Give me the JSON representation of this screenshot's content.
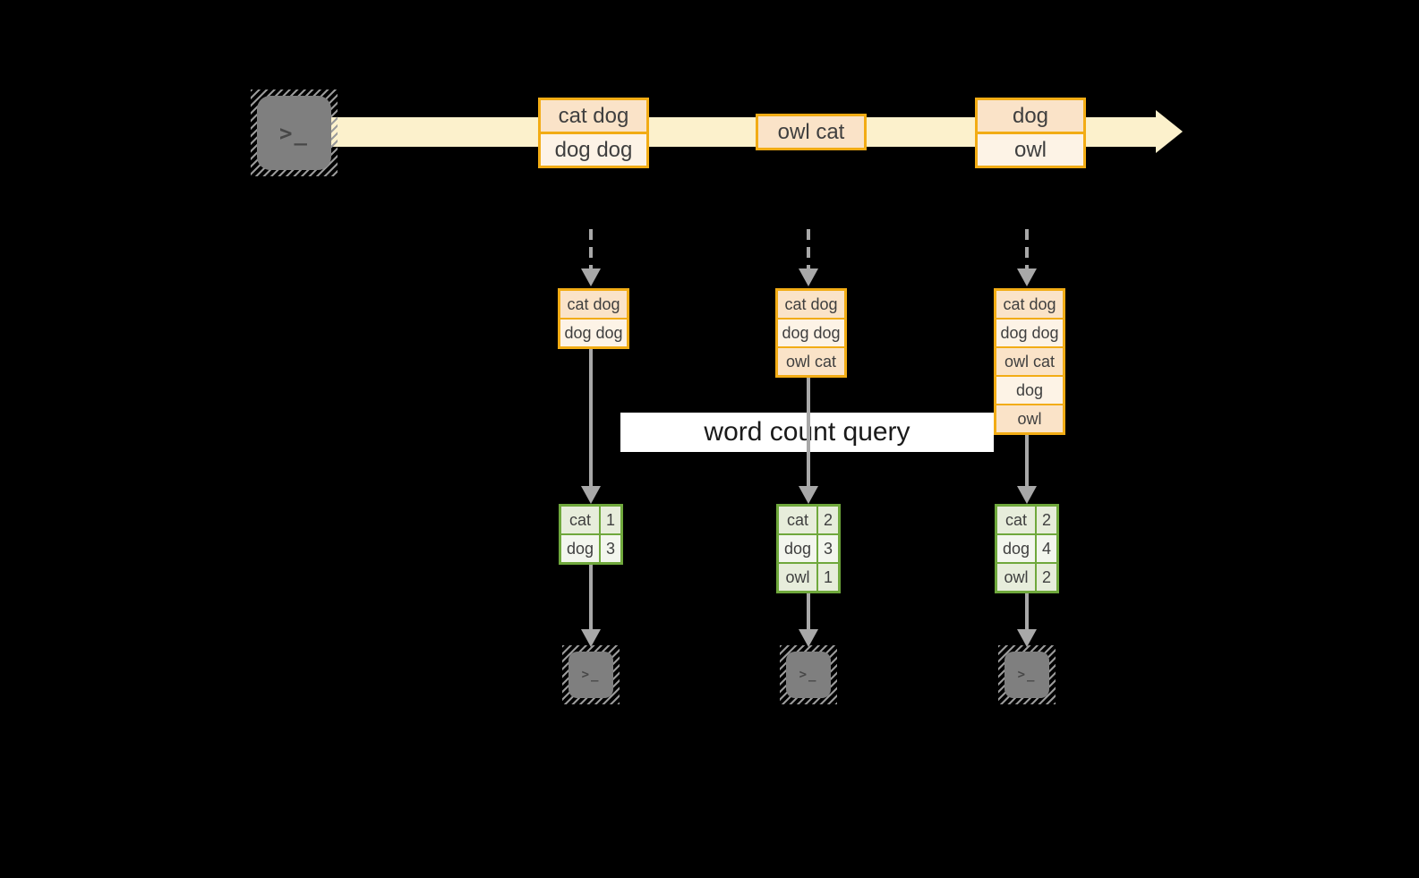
{
  "title": "word count query stream diagram",
  "palette": {
    "background": "#000000",
    "stream_band": "#FCF1CC",
    "cell_peach": "#FAE3C8",
    "cell_cream": "#FDF3E6",
    "orange_border": "#F2AC15",
    "green_border": "#6FA83C",
    "green_cell_dark": "#E7EDDB",
    "green_cell_light": "#F3F6EE",
    "arrow_gray": "#A8A8A8",
    "terminal_gray": "#7F7F7F",
    "text_dark": "#3F3F3F"
  },
  "icons": {
    "prompt_glyph": ">_"
  },
  "stream": {
    "messages": [
      {
        "lines": [
          "cat dog",
          "dog dog"
        ]
      },
      {
        "lines": [
          "owl cat"
        ]
      },
      {
        "lines": [
          "dog",
          "owl"
        ]
      }
    ]
  },
  "query_label": "word count query",
  "snapshots": [
    {
      "buffer": [
        "cat dog",
        "dog dog"
      ],
      "counts": [
        {
          "word": "cat",
          "count": "1"
        },
        {
          "word": "dog",
          "count": "3"
        }
      ]
    },
    {
      "buffer": [
        "cat dog",
        "dog dog",
        "owl cat"
      ],
      "counts": [
        {
          "word": "cat",
          "count": "2"
        },
        {
          "word": "dog",
          "count": "3"
        },
        {
          "word": "owl",
          "count": "1"
        }
      ]
    },
    {
      "buffer": [
        "cat dog",
        "dog dog",
        "owl cat",
        "dog",
        "owl"
      ],
      "counts": [
        {
          "word": "cat",
          "count": "2"
        },
        {
          "word": "dog",
          "count": "4"
        },
        {
          "word": "owl",
          "count": "2"
        }
      ]
    }
  ]
}
